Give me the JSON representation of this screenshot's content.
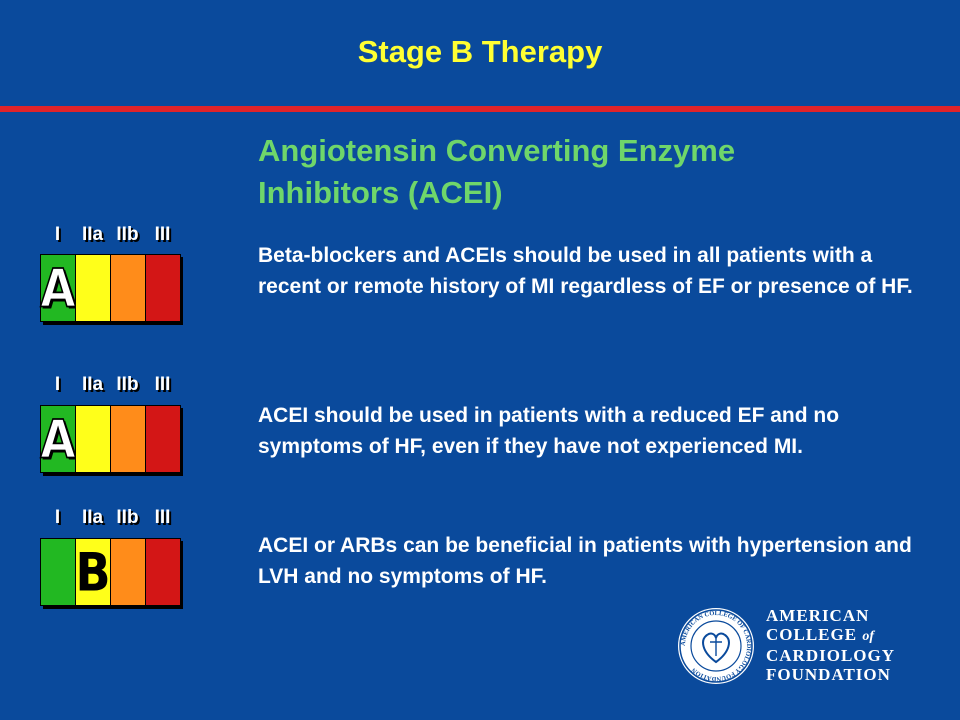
{
  "header": {
    "title": "Stage B Therapy"
  },
  "subtitle": {
    "line1": "Angiotensin Converting Enzyme",
    "line2": "Inhibitors (ACEI)"
  },
  "class_labels": [
    "I",
    "IIa",
    "IIb",
    "III"
  ],
  "recommendations": [
    {
      "level": "A",
      "text": "Beta-blockers and ACEIs should be used in all patients with a recent or remote history of MI regardless of EF or presence of HF.",
      "highlight_class": "I"
    },
    {
      "level": "A",
      "text": "ACEI should be used in patients with a reduced EF and no symptoms of HF, even if they have not experienced MI.",
      "highlight_class": "I"
    },
    {
      "level": "B",
      "text": "ACEI or ARBs can be beneficial in patients with hypertension and LVH and no symptoms of HF.",
      "highlight_class": "IIa"
    }
  ],
  "logo": {
    "line1": "AMERICAN",
    "line2": "COLLEGE",
    "line2_suffix": "of",
    "line3": "CARDIOLOGY",
    "line4": "FOUNDATION",
    "seal_text": "AMERICAN COLLEGE OF CARDIOLOGY FOUNDATION"
  },
  "colors": {
    "background": "#0a4a9c",
    "title": "#ffff33",
    "subtitle": "#6fd66a",
    "rule": "#e0242a",
    "class_I": "#22b822",
    "class_IIa": "#ffff1a",
    "class_IIb": "#ff8c1a",
    "class_III": "#d31616"
  }
}
